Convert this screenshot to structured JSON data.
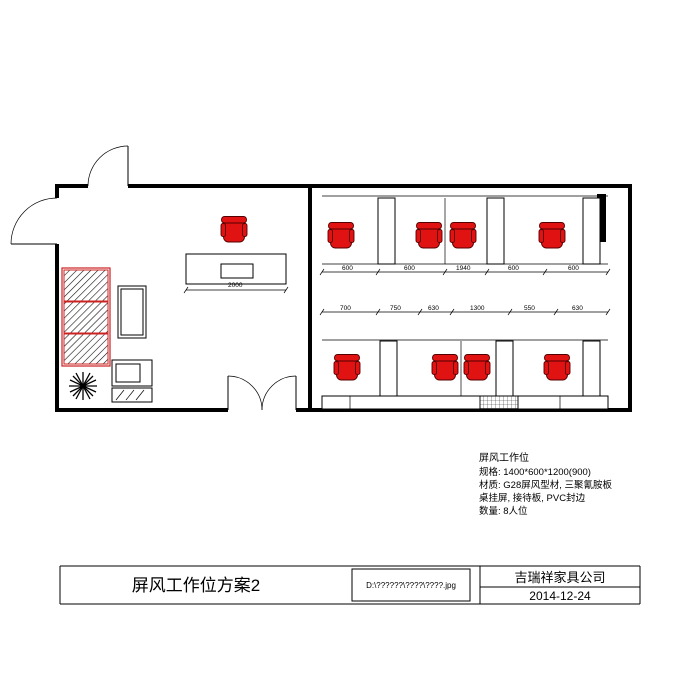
{
  "plan": {
    "spec_block": {
      "title": "屏风工作位",
      "lines": [
        "规格: 1400*600*1200(900)",
        "材质: G28屏风型材, 三聚氰胺板",
        "桌挂屏, 接待板, PVC封边",
        "数量: 8人位"
      ]
    },
    "dimensions": {
      "desk": "2000",
      "row_top": [
        "600",
        "600",
        "1940",
        "600",
        "600"
      ],
      "row_mid": [
        "700",
        "750",
        "630",
        "1300",
        "550",
        "630"
      ]
    }
  },
  "title_block": {
    "drawing_title": "屏风工作位方案2",
    "file_path": "D:\\??????\\????\\????.jpg",
    "company": "吉瑞祥家具公司",
    "date": "2014-12-24"
  },
  "colors": {
    "chair_red": "#e01212",
    "sofa_red": "#cc2222"
  }
}
